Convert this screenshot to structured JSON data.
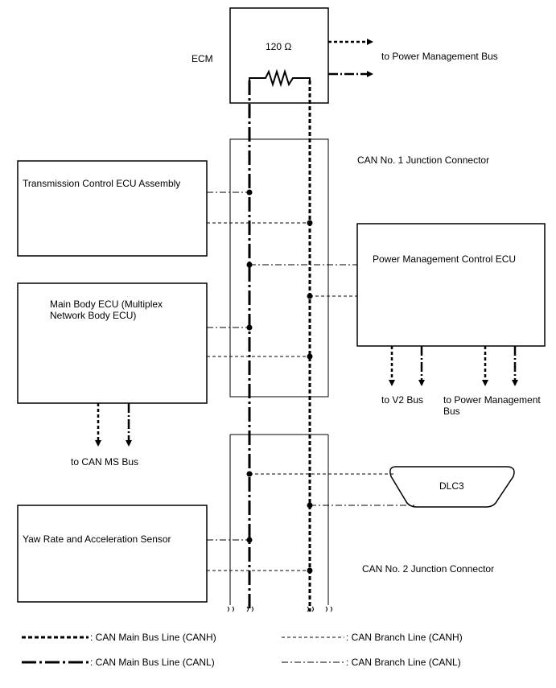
{
  "ecm": {
    "label": "ECM",
    "resistor": "120 Ω"
  },
  "labels": {
    "power_mgmt_bus_top": "to Power Management Bus",
    "jc1": "CAN No. 1 Junction Connector",
    "jc2": "CAN No. 2 Junction Connector",
    "transmission_ecu": "Transmission Control ECU Assembly",
    "main_body_ecu": "Main Body ECU (Multiplex Network Body ECU)",
    "power_mgmt_ecu": "Power Management Control ECU",
    "to_v2_bus": "to V2 Bus",
    "to_power_mgmt_bus": "to Power Management Bus",
    "to_can_ms_bus": "to CAN MS Bus",
    "dlc3": "DLC3",
    "yaw_sensor": "Yaw Rate and Acceleration Sensor"
  },
  "legend": {
    "main_canh": ": CAN Main Bus Line (CANH)",
    "main_canl": ": CAN Main Bus Line (CANL)",
    "branch_canh": ": CAN Branch Line (CANH)",
    "branch_canl": ": CAN Branch Line (CANL)"
  }
}
